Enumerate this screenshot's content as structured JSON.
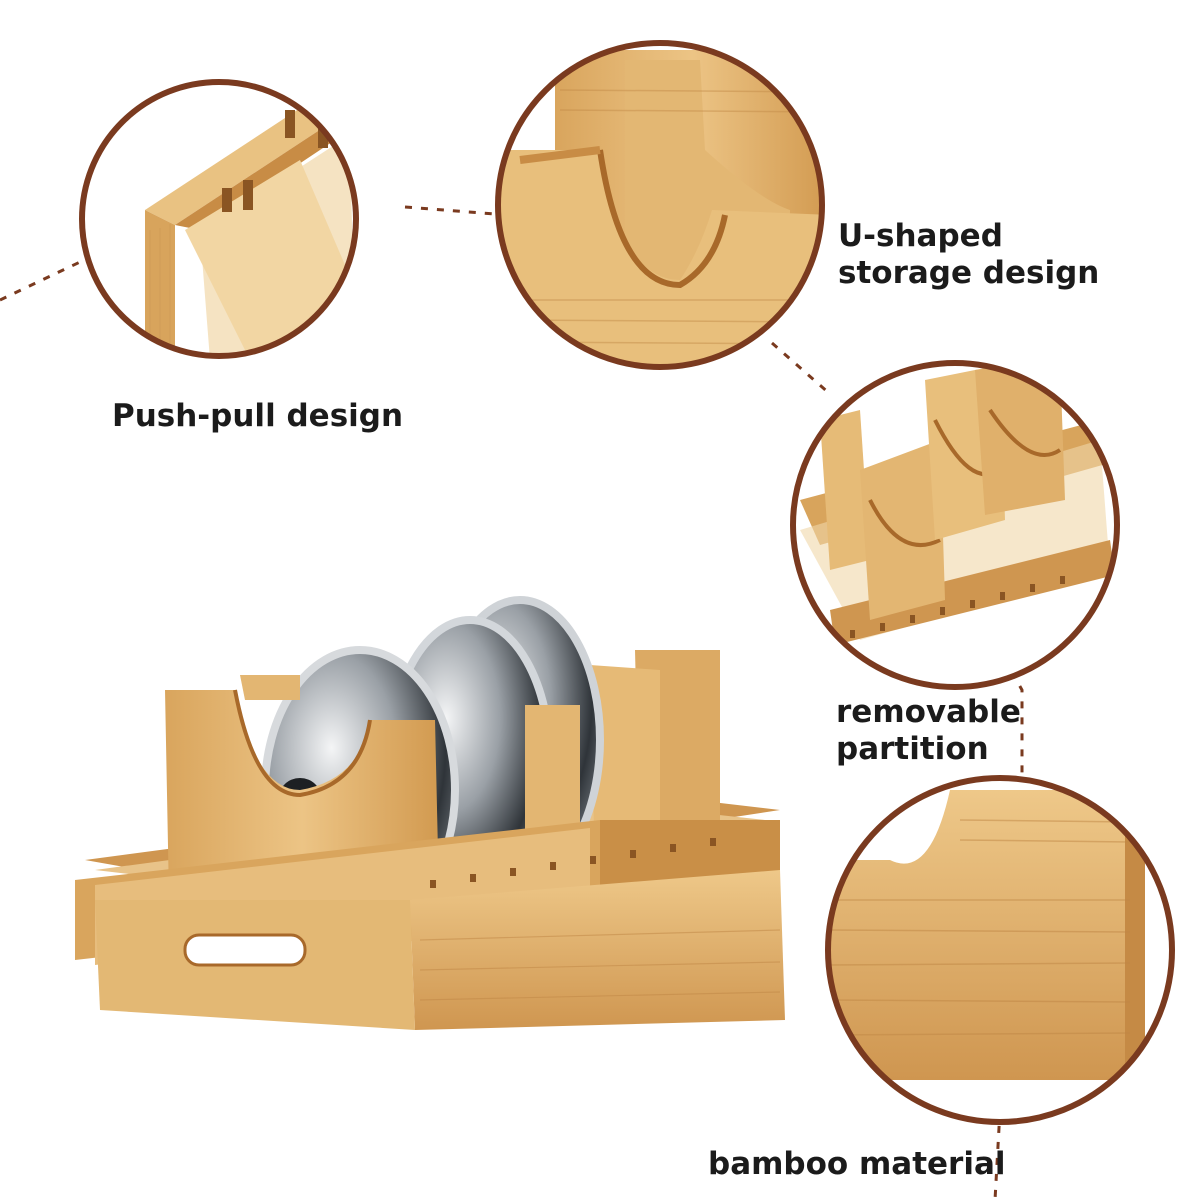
{
  "colors": {
    "ring": "#7a3a1f",
    "dash": "#7a3a1f",
    "bamboo_light": "#e8bf7c",
    "bamboo_mid": "#d7a45c",
    "bamboo_dark": "#b67a35",
    "steel_light": "#e9ecef",
    "steel_dark": "#3e4348",
    "text": "#1b1b1b"
  },
  "callouts": {
    "push_pull": "Push-pull design",
    "u_shaped_line1": "U-shaped",
    "u_shaped_line2": "storage design",
    "removable_line1": "removable",
    "removable_line2": "partition",
    "bamboo": "bamboo material"
  },
  "icons": {
    "corner_detail": "corner-joint-icon",
    "u_slot_detail": "u-slot-icon",
    "partition_detail": "rack-partition-icon",
    "material_detail": "bamboo-grain-icon",
    "product": "lid-rack-icon"
  }
}
